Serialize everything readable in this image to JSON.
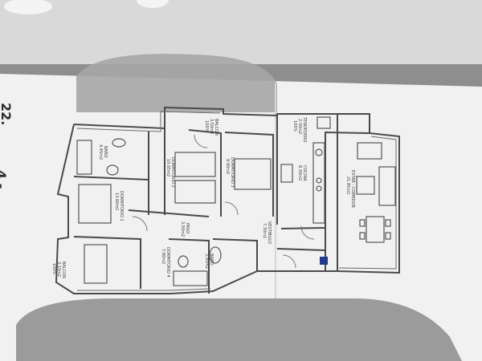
{
  "photo": {
    "subject": "architectural floor plan printed on paper, photographed under a lamp",
    "background_color": "#8e8e8e",
    "paper_color": "#f1f1f1",
    "shadow_color": "#9c9c9c",
    "ink_color": "#4a4a4a"
  },
  "handwriting": {
    "top": "22.",
    "left": "4 -"
  },
  "rooms": {
    "balcon_top": {
      "name": "BALCON",
      "area": "3.50m2",
      "pct": "100%"
    },
    "tendedero": {
      "name": "TENDEDERO",
      "area": "2.30m2",
      "pct": "100%"
    },
    "bano_top": {
      "name": "BAÑO",
      "area": "4.45m2"
    },
    "dormitorio_2": {
      "name": "DORMITORIO 2",
      "area": "10.65m2"
    },
    "dormitorio_3": {
      "name": "DORMITORIO 3",
      "area": "9.90m2"
    },
    "cocina": {
      "name": "COCINA",
      "area": "8.30m2"
    },
    "dormitorio_1": {
      "name": "DORMITORIO 1",
      "area": "13.60m2"
    },
    "estar": {
      "name": "ESTAR - COMEDOR",
      "area": "21.85m2"
    },
    "paso": {
      "name": "PASO",
      "area": "3.50m2"
    },
    "vestibulo": {
      "name": "VESTIBULO",
      "area": "7.30m2"
    },
    "balcon_left": {
      "name": "BALCON",
      "area": "3.15m2",
      "pct": "100%"
    },
    "dormitorio_4": {
      "name": "DORMITORIO 4",
      "area": "7.80m2"
    },
    "bano_bottom": {
      "name": "BAÑO",
      "area": "3.95m2"
    }
  }
}
